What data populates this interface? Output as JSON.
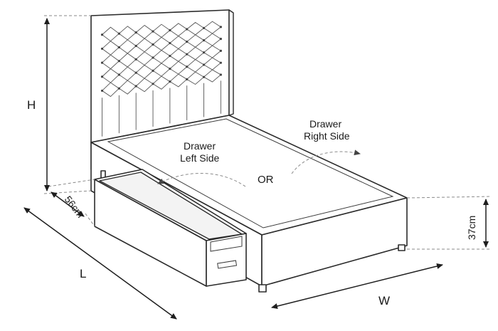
{
  "labels": {
    "height": "H",
    "length": "L",
    "width": "W",
    "drawer_depth": "56cm",
    "base_height": "37cm",
    "drawer_left_line1": "Drawer",
    "drawer_left_line2": "Left Side",
    "drawer_right_line1": "Drawer",
    "drawer_right_line2": "Right Side",
    "or": "OR"
  },
  "colors": {
    "outline": "#2b2b2b",
    "dashed": "#8a8a8a",
    "background": "#ffffff"
  }
}
